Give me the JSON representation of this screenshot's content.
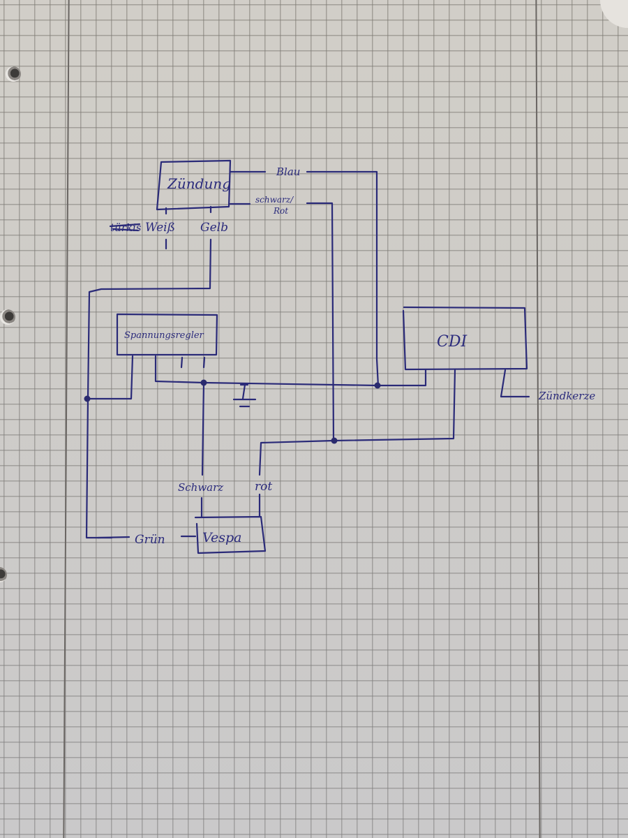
{
  "diagram": {
    "kind": "hand-drawn wiring diagram on squared paper",
    "ink_color": "#2a2a78",
    "paper_color": "#d3d0ca",
    "components": {
      "zuendung": "Zündung",
      "spannungsregler": "Spannungsregler",
      "cdi": "CDI",
      "vespa": "Vespa",
      "zuendkerze": "Zündkerze",
      "ground_symbol": "ground-symbol"
    },
    "wire_labels": {
      "blau": "Blau",
      "schwarz_rot_line1": "schwarz/",
      "schwarz_rot_line2": "Rot",
      "weiss": "Weiß",
      "gelb": "Gelb",
      "crossed_out": "türkis",
      "schwarz": "Schwarz",
      "rot": "rot",
      "gruen": "Grün"
    },
    "connections": [
      {
        "from": "Zündung",
        "to": "CDI",
        "wire": "Blau"
      },
      {
        "from": "Zündung",
        "to": "Vespa",
        "wire": "schwarz/Rot"
      },
      {
        "from": "Zündung",
        "to": "Spannungsregler / Vespa",
        "wire": "Gelb"
      },
      {
        "from": "Zündung",
        "to": "",
        "wire": "Weiß"
      },
      {
        "from": "Spannungsregler",
        "to": "Vespa",
        "wire": "Schwarz"
      },
      {
        "from": "Spannungsregler",
        "to": "Ground",
        "wire": ""
      },
      {
        "from": "Vespa",
        "to": "Spannungsregler",
        "wire": "Grün"
      },
      {
        "from": "Vespa",
        "to": "CDI",
        "wire": "rot"
      },
      {
        "from": "CDI",
        "to": "Zündkerze",
        "wire": ""
      }
    ]
  }
}
